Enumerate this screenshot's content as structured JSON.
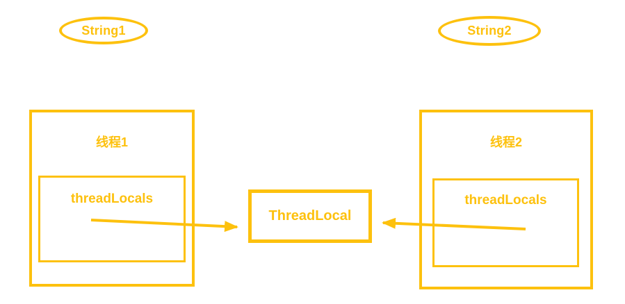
{
  "diagram": {
    "accent_color": "#FDC10E",
    "background": "#FFFFFF",
    "ellipses": [
      {
        "id": "string1",
        "label": "String1"
      },
      {
        "id": "string2",
        "label": "String2"
      }
    ],
    "threads": [
      {
        "title": "线程1",
        "field": "threadLocals"
      },
      {
        "title": "线程2",
        "field": "threadLocals"
      }
    ],
    "center": {
      "label": "ThreadLocal"
    },
    "arrows": [
      {
        "from": "线程1.threadLocals",
        "to": "ThreadLocal",
        "direction": "right"
      },
      {
        "from": "线程2.threadLocals",
        "to": "ThreadLocal",
        "direction": "left"
      }
    ]
  }
}
